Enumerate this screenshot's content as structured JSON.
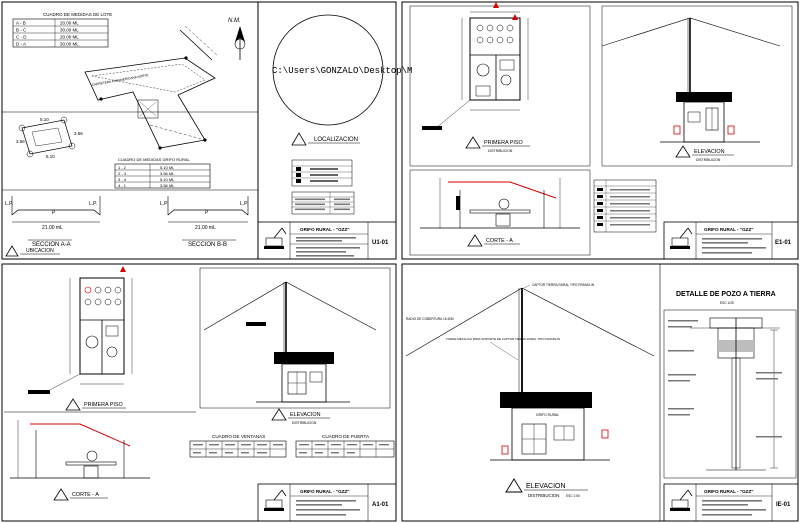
{
  "sheet1": {
    "lot_table": {
      "title": "CUADRO DE MEDIDAS DE LOTE",
      "rows": [
        [
          "A - B",
          "20.00 ML"
        ],
        [
          "B - C",
          "30.00 ML"
        ],
        [
          "C - D",
          "20.00 ML"
        ],
        [
          "D - A",
          "30.00 ML"
        ]
      ]
    },
    "north": "N.M.",
    "street_label": "CARRETERA PANAMERICANA NORTE",
    "gripo_table": {
      "title": "CUADRO DE MEDIDAS GRIFO RURAL",
      "rows": [
        [
          "1 - 2",
          "5.10 ML"
        ],
        [
          "2 - 3",
          "3.56 ML"
        ],
        [
          "3 - 4",
          "5.10 ML"
        ],
        [
          "4 - 1",
          "3.56 ML"
        ]
      ]
    },
    "dims": {
      "top": "5.10",
      "left": "3.56",
      "right": "3.56",
      "bottom": "5.10"
    },
    "section_a_width": "21.00 mL",
    "section_a_title": "SECCION A-A",
    "section_b_width": "21.00 mL",
    "section_b_title": "SECCION B-B",
    "lp": "L.P.",
    "p": "P",
    "ubicacion": "UBICACION",
    "image_path": "C:\\Users\\GONZALO\\Desktop\\M",
    "localizacion": "LOCALIZACION",
    "title_block": "GRIFO RURAL - \"GZZ\"",
    "sheet_code": "U1-01"
  },
  "sheet2": {
    "primera_piso": "PRIMERA PISO",
    "distribucion": "DISTRIBUCION",
    "elevacion": "ELEVACION",
    "corte_a": "CORTE - A",
    "title_block": "GRIFO RURAL - \"GZZ\"",
    "sheet_code": "E1-01"
  },
  "sheet3": {
    "primera_piso": "PRIMERA PISO",
    "elevacion": "ELEVACION",
    "distribucion": "DISTRIBUCION",
    "corte_a": "CORTE - A",
    "ventanas_title": "CUADRO DE VENTANAS",
    "puerta_title": "CUADRO DE PUERTA",
    "title_block": "GRIFO RURAL - \"GZZ\"",
    "sheet_code": "A1-01"
  },
  "sheet4": {
    "pararrayos_label": "CAPTOR TIERRA RURAL TIPO FRANKLIN",
    "radio_label": "RADIO DE COBERTURA 15.40M",
    "torre_label": "TORRE METALICA PARA SOPORTE DE CAPTOR TIERRA RURAL TIPO FRANKLIN",
    "grifo_label": "GRIFO RURAL",
    "elevacion": "ELEVACION",
    "distribucion": "DISTRIBUCION",
    "escala": "ESC 1:50",
    "pozo_title": "DETALLE DE POZO A TIERRA",
    "escala_pozo": "ESC 1/25",
    "title_block": "GRIFO RURAL - \"GZZ\"",
    "sheet_code": "IE-01"
  }
}
